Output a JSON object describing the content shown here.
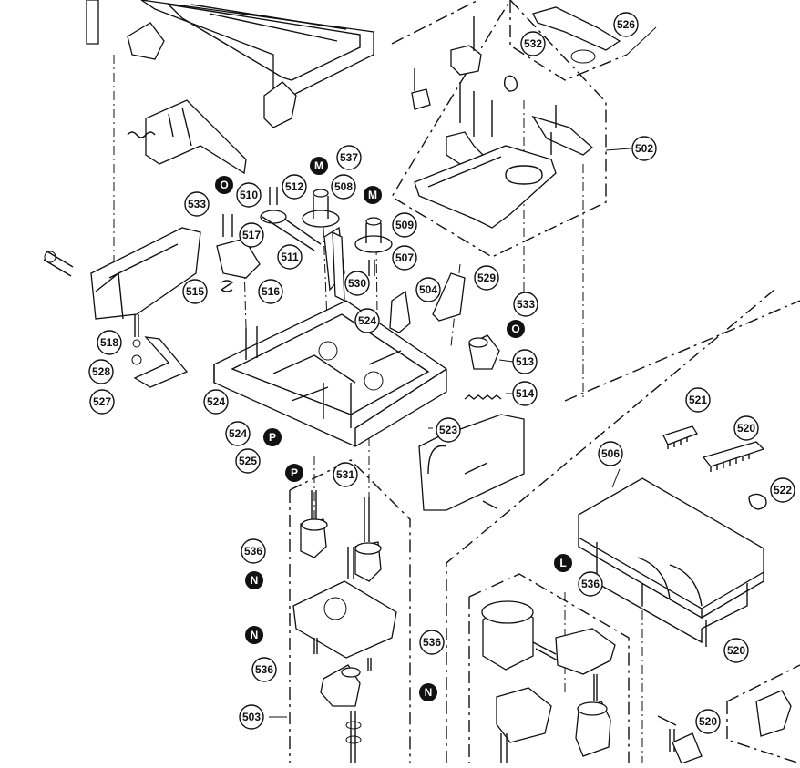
{
  "diagram": {
    "callouts": [
      "526",
      "532",
      "502",
      "537",
      "508",
      "512",
      "510",
      "533",
      "517",
      "509",
      "507",
      "511",
      "529",
      "516",
      "515",
      "530",
      "504",
      "524",
      "533",
      "518",
      "528",
      "527",
      "524",
      "513",
      "514",
      "524",
      "523",
      "525",
      "531",
      "521",
      "520",
      "506",
      "522",
      "536",
      "536",
      "536",
      "536",
      "503",
      "520",
      "520"
    ],
    "markers": [
      "M",
      "M",
      "O",
      "O",
      "P",
      "P",
      "N",
      "N",
      "N",
      "L"
    ]
  }
}
